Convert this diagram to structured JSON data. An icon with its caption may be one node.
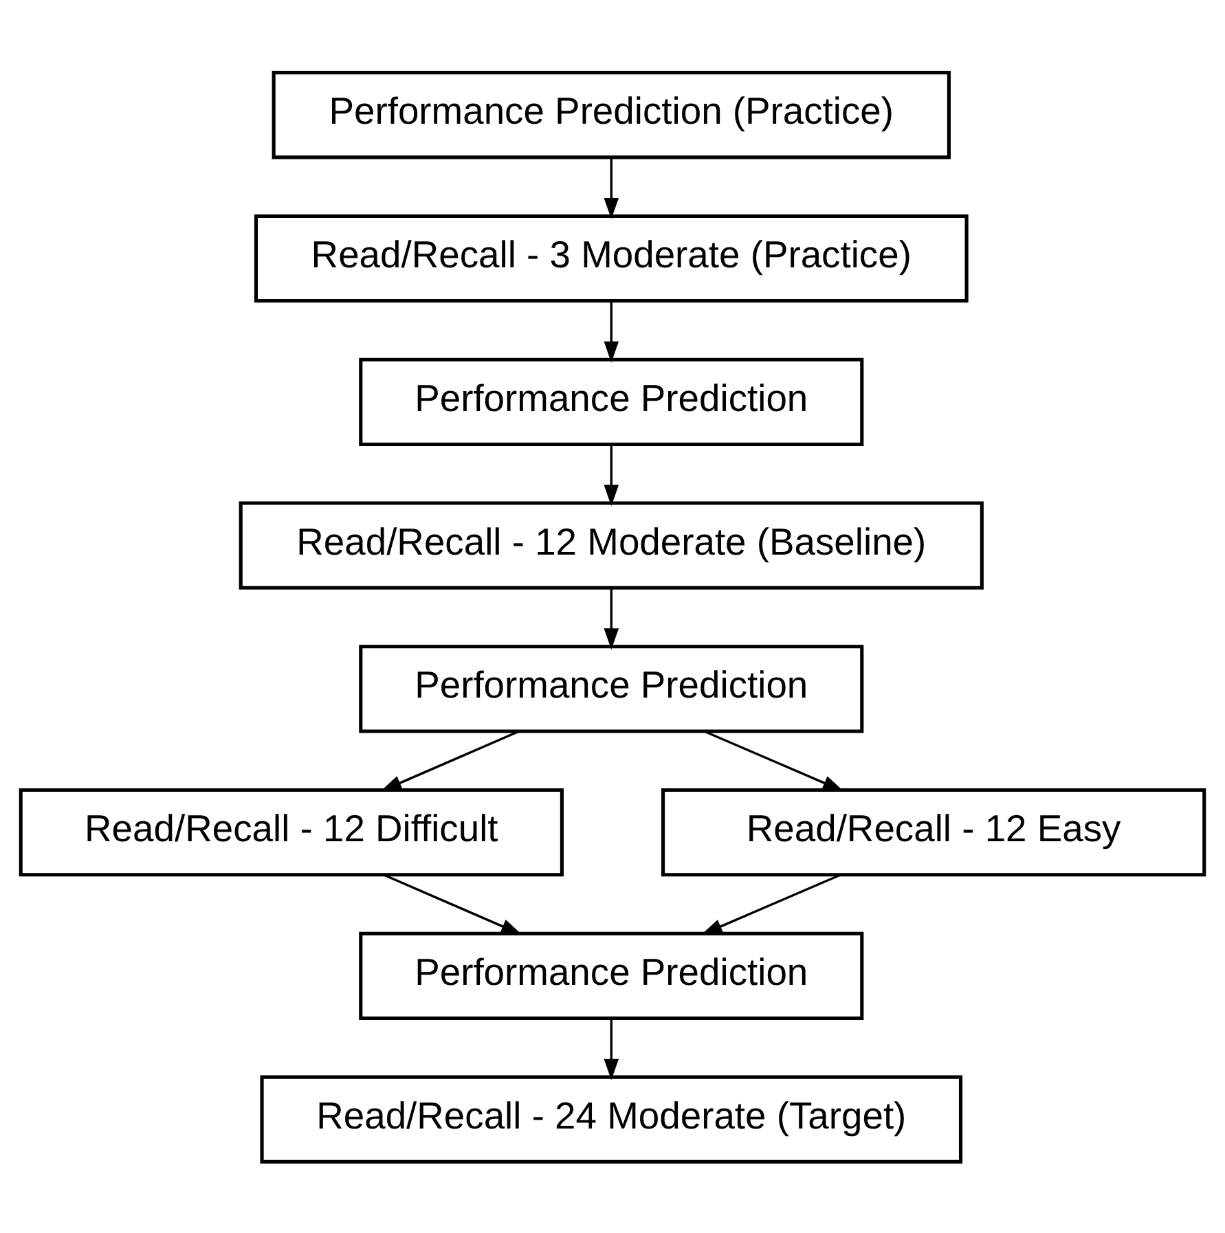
{
  "diagram": {
    "nodes": [
      {
        "text": [
          "Performance Prediction (Practice)"
        ]
      },
      {
        "text": [
          "Read/Recall - 3 Moderate (Practice)"
        ]
      },
      {
        "text": [
          "Performance Prediction"
        ]
      },
      {
        "text": [
          "Read/Recall - 12 Moderate (Baseline)"
        ]
      },
      {
        "text": [
          "Performance Prediction"
        ]
      },
      {
        "text": [
          "Read/Recall - 12 Difficult"
        ]
      },
      {
        "text": [
          "Read/Recall - 12 Easy"
        ]
      },
      {
        "text": [
          "Performance Prediction"
        ]
      },
      {
        "text": [
          "Read/Recall - 24 Moderate (Target)"
        ]
      }
    ],
    "edges": [
      {
        "from": 0,
        "to": 1,
        "arrow": "to"
      },
      {
        "from": 1,
        "to": 2,
        "arrow": "to"
      },
      {
        "from": 2,
        "to": 3,
        "arrow": "to"
      },
      {
        "from": 3,
        "to": 4,
        "arrow": "to"
      },
      {
        "from": 4,
        "to": 5,
        "arrow": "to"
      },
      {
        "from": 4,
        "to": 6,
        "arrow": "to"
      },
      {
        "from": 5,
        "to": 7,
        "arrow": "to"
      },
      {
        "from": 6,
        "to": 7,
        "arrow": "to"
      },
      {
        "from": 7,
        "to": 8,
        "arrow": "to"
      }
    ]
  }
}
